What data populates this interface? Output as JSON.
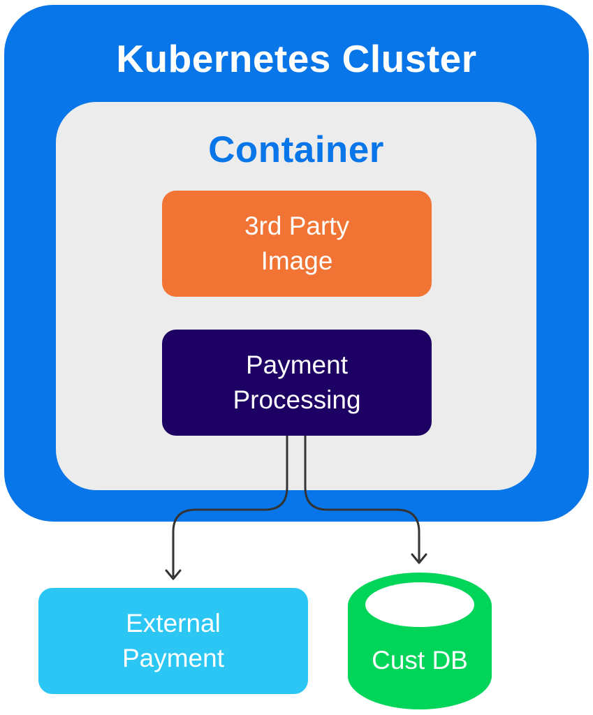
{
  "cluster": {
    "title": "Kubernetes Cluster",
    "color": "#0876e8"
  },
  "container": {
    "title": "Container",
    "color": "#ececec"
  },
  "nodes": {
    "third_party": {
      "line1": "3rd Party",
      "line2": "Image",
      "color": "#f17434"
    },
    "payment_processing": {
      "line1": "Payment",
      "line2": "Processing",
      "color": "#1e0064"
    },
    "external_payment": {
      "line1": "External",
      "line2": "Payment",
      "color": "#2bc6f4"
    },
    "cust_db": {
      "label": "Cust DB",
      "color": "#00d559",
      "shape": "cylinder"
    }
  },
  "edges": [
    {
      "from": "Payment Processing",
      "to": "External Payment"
    },
    {
      "from": "Payment Processing",
      "to": "Cust DB"
    }
  ]
}
